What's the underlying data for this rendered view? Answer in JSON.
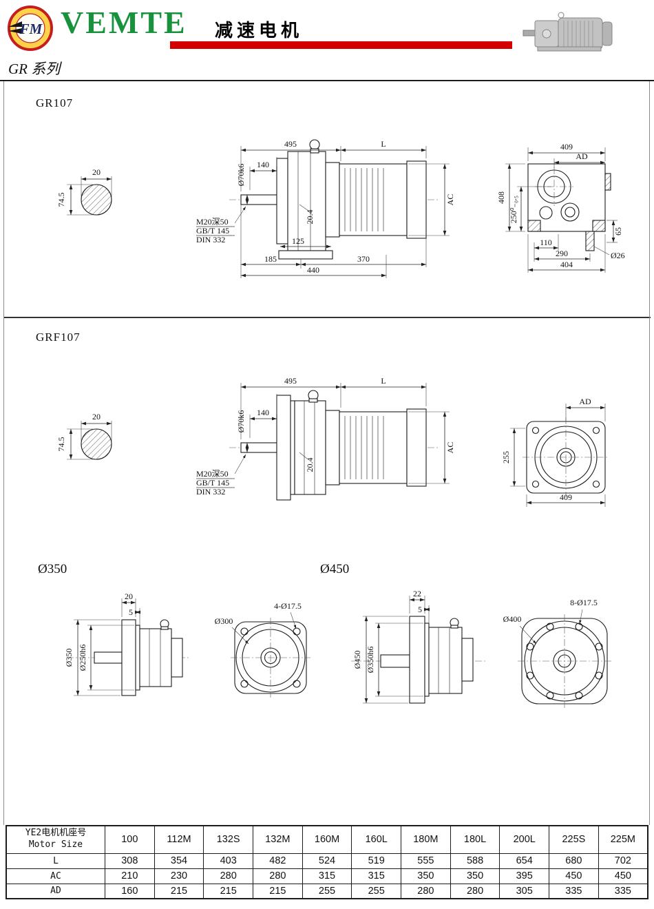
{
  "header": {
    "brand": "VEMTE",
    "subtitle": "减速电机",
    "series": "GR 系列",
    "logo_text": "FM"
  },
  "colors": {
    "brand_green": "#18923C",
    "accent_red": "#D40000",
    "logo_yellow": "#FFD24A",
    "logo_ring_red": "#C41E1E"
  },
  "sections": {
    "gr107": {
      "title": "GR107",
      "dims": {
        "key_width": "20",
        "shaft_h": "74.5",
        "len_gear": "495",
        "len_motor": "L",
        "shaft_dia": "Ø70k6",
        "shaft_len": "140",
        "key_depth": "20.4",
        "motor_ac": "AC",
        "tap1": "M20深50",
        "tap2": "GB/T 145",
        "tap3": "DIN 332",
        "foot_len": "125",
        "b1": "185",
        "b2": "370",
        "b3": "440",
        "fv_w": "409",
        "fv_ad": "AD",
        "fv_h": "408",
        "fv_ch": "250⁰₋₀.₅",
        "fv_b1": "110",
        "fv_b2": "290",
        "fv_b3": "404",
        "fv_r1": "65",
        "fv_hole": "Ø26"
      }
    },
    "grf107": {
      "title": "GRF107",
      "dims": {
        "key_width": "20",
        "shaft_h": "74.5",
        "len_gear": "495",
        "len_motor": "L",
        "shaft_dia": "Ø70k6",
        "shaft_len": "140",
        "key_depth": "20.4",
        "motor_ac": "AC",
        "tap1": "M20深50",
        "tap2": "GB/T 145",
        "tap3": "DIN 332",
        "fv_ad": "AD",
        "fv_h": "255",
        "fv_w": "409"
      }
    },
    "d350": {
      "title": "Ø350",
      "dims": {
        "t1": "20",
        "t2": "5",
        "od": "Ø350",
        "spigot": "Ø250h6",
        "holes": "4-Ø17.5",
        "bc": "Ø300"
      }
    },
    "d450": {
      "title": "Ø450",
      "dims": {
        "t1": "22",
        "t2": "5",
        "od": "Ø450",
        "spigot": "Ø350h6",
        "holes": "8-Ø17.5",
        "bc": "Ø400"
      }
    }
  },
  "table": {
    "row_header_line1": "YE2电机机座号",
    "row_header_line2": "Motor Size",
    "columns": [
      "100",
      "112M",
      "132S",
      "132M",
      "160M",
      "160L",
      "180M",
      "180L",
      "200L",
      "225S",
      "225M"
    ],
    "rows": [
      {
        "label": "L",
        "values": [
          "308",
          "354",
          "403",
          "482",
          "524",
          "519",
          "555",
          "588",
          "654",
          "680",
          "702"
        ]
      },
      {
        "label": "AC",
        "values": [
          "210",
          "230",
          "280",
          "280",
          "315",
          "315",
          "350",
          "350",
          "395",
          "450",
          "450"
        ]
      },
      {
        "label": "AD",
        "values": [
          "160",
          "215",
          "215",
          "215",
          "255",
          "255",
          "280",
          "280",
          "305",
          "335",
          "335"
        ]
      }
    ]
  }
}
